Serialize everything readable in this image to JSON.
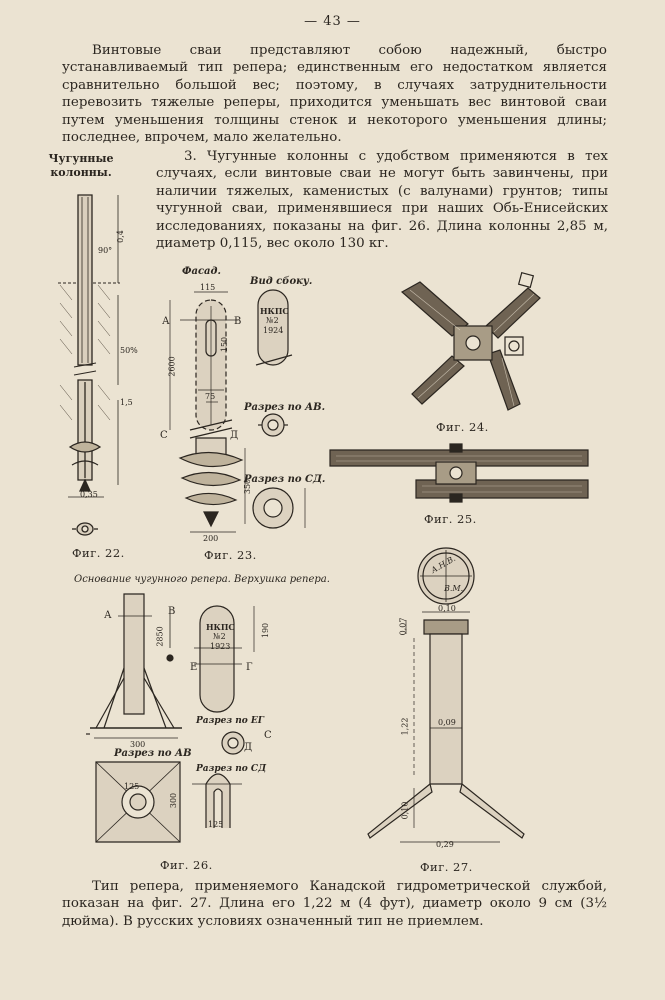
{
  "page_number": "— 43 —",
  "paragraph_1": "Винтовые сваи представляют собою надежный, быстро устанавливаемый тип репера; единственным его недостатком является сравнительно большой вес; поэтому, в случаях затруднительности перевозить тяжелые реперы, приходится уменьшать вес винтовой сваи путем уменьшения толщины стенок и некоторого уменьшения длины; последнее, впрочем, мало желательно.",
  "side_heading": "Чугунные колонны.",
  "paragraph_2": "3. Чугунные колонны с удобством применяются в тех случаях, если винтовые сваи не могут быть завинчены, при наличии тяжелых, каменистых (с валунами) грунтов; типы чугунной сваи, применявшиеся при наших Обь-Енисейских исследованиях, показаны на фиг. 26. Длина колонны 2,85 м, диаметр 0,115, вес около 130 кг.",
  "paragraph_3": "Тип репера, применяемого Канадской гидрометрической службой, показан на фиг. 27. Длина его 1,22 м (4 фут), диаметр около 9 см (3½ дюйма). В русских условиях означенный тип не приемлем.",
  "captions": {
    "fig22": "Фиг. 22.",
    "fig23": "Фиг. 23.",
    "fig24": "Фиг. 24.",
    "fig25": "Фиг. 25.",
    "fig26": "Фиг. 26.",
    "fig27": "Фиг. 27."
  },
  "fig22": {
    "dim1": "0,4",
    "angle": "90°",
    "dim2": "1,5",
    "dim_mid": "50%",
    "dim3": "0,35"
  },
  "fig23": {
    "title_front": "Фасад.",
    "title_side": "Вид сбоку.",
    "cut_ab": "Разрез по АВ.",
    "cut_cd": "Разрез по СД.",
    "plate": "НКПС",
    "plate_no": "№2",
    "plate_year": "1924",
    "letter_a": "А",
    "letter_b": "В",
    "letter_c": "С",
    "letter_d": "Д",
    "dim_115": "115",
    "dim_2600": "2600",
    "dim_75": "75",
    "dim_150": "150",
    "dim_350": "350",
    "dim_200": "200"
  },
  "fig26": {
    "title": "Основание чугунного репера. Верхушка репера.",
    "cut_ab": "Разрез по АВ",
    "cut_ef": "Разрез по ЕГ",
    "cut_cd": "Разрез по СД",
    "plate": "НКПС",
    "plate_no": "№2",
    "plate_year": "1923",
    "letter_a": "А",
    "letter_b": "В",
    "letter_c": "С",
    "letter_d": "Д",
    "letter_e": "Е",
    "letter_f": "Г",
    "dim_300": "300",
    "dim_2850": "2850",
    "dim_190": "190",
    "dim_125": "125"
  },
  "fig27": {
    "disc_text_top": "А.Н.В.",
    "disc_text_bottom": "В.М.",
    "dim_010a": "0,10",
    "dim_007": "0,07",
    "dim_009": "0,09",
    "dim_122": "1,22",
    "dim_010b": "0,10",
    "dim_029": "0,29"
  }
}
